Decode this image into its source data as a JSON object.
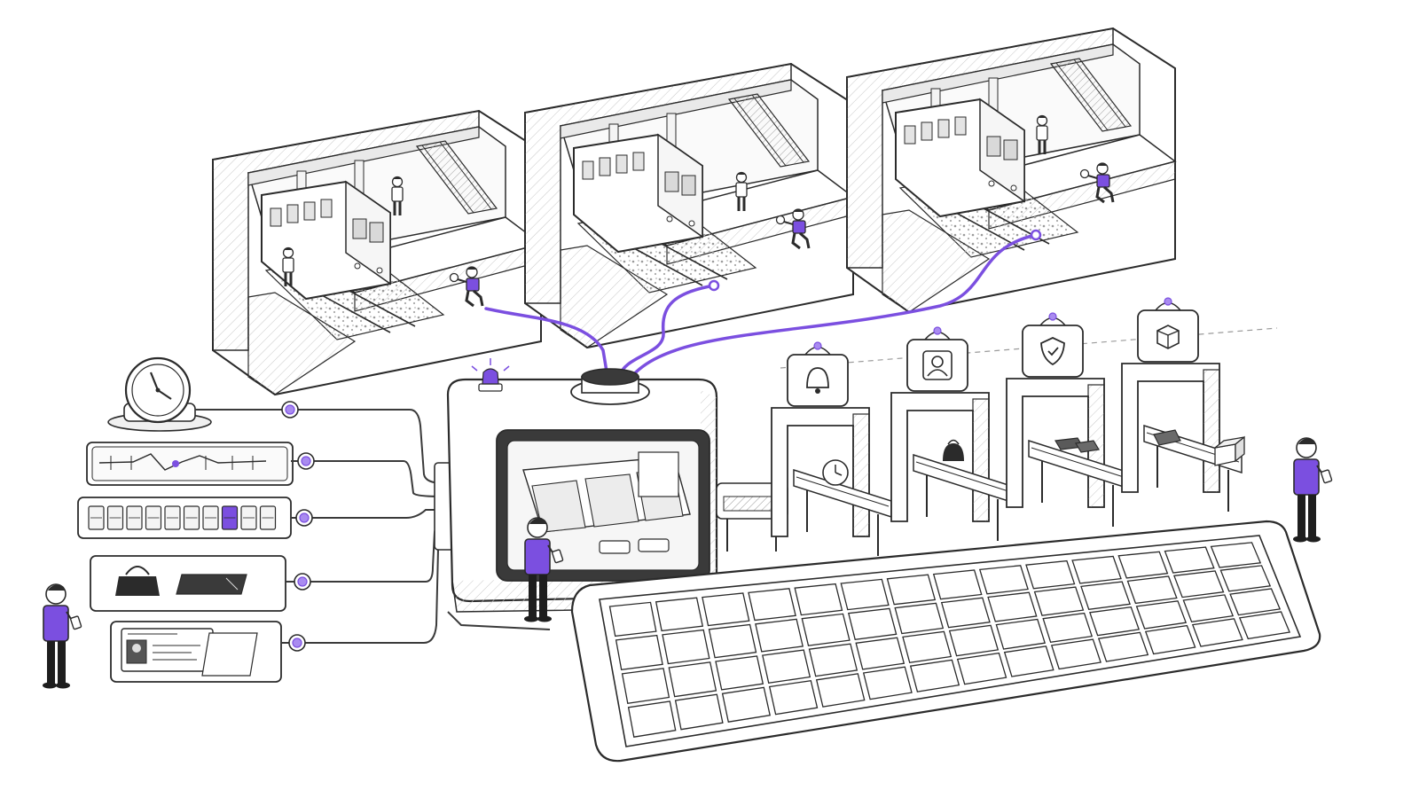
{
  "colors": {
    "ink": "#2b2b2b",
    "accent": "#7b4fe0",
    "accent_light": "#a98bf0",
    "paper": "#ffffff",
    "shade": "#f2f2f2"
  },
  "stations": [
    {
      "id": "station-1",
      "inspector_icon": "magnifier-icon"
    },
    {
      "id": "station-2",
      "inspector_icon": "magnifier-icon"
    },
    {
      "id": "station-3",
      "inspector_icon": "magnifier-icon"
    }
  ],
  "input_panels": [
    {
      "id": "clock-input",
      "icon": "clock-icon"
    },
    {
      "id": "timeline-input",
      "icon": "timeline-graph-icon"
    },
    {
      "id": "seat-grid-input",
      "icon": "seat-grid-icon"
    },
    {
      "id": "baggage-input",
      "icon": "handbag-icon"
    },
    {
      "id": "id-card-input",
      "icon": "id-card-icon"
    }
  ],
  "gates": [
    {
      "id": "alert-gate",
      "icon": "bell-icon",
      "item": "clock-icon"
    },
    {
      "id": "person-gate",
      "icon": "person-icon",
      "item": "backpack-icon"
    },
    {
      "id": "security-gate",
      "icon": "shield-check-icon",
      "item": "wallet-icon"
    },
    {
      "id": "parcel-gate",
      "icon": "box-icon",
      "item": "parcel-icon"
    }
  ],
  "output_grid": {
    "rows": 4,
    "cols": 14
  }
}
